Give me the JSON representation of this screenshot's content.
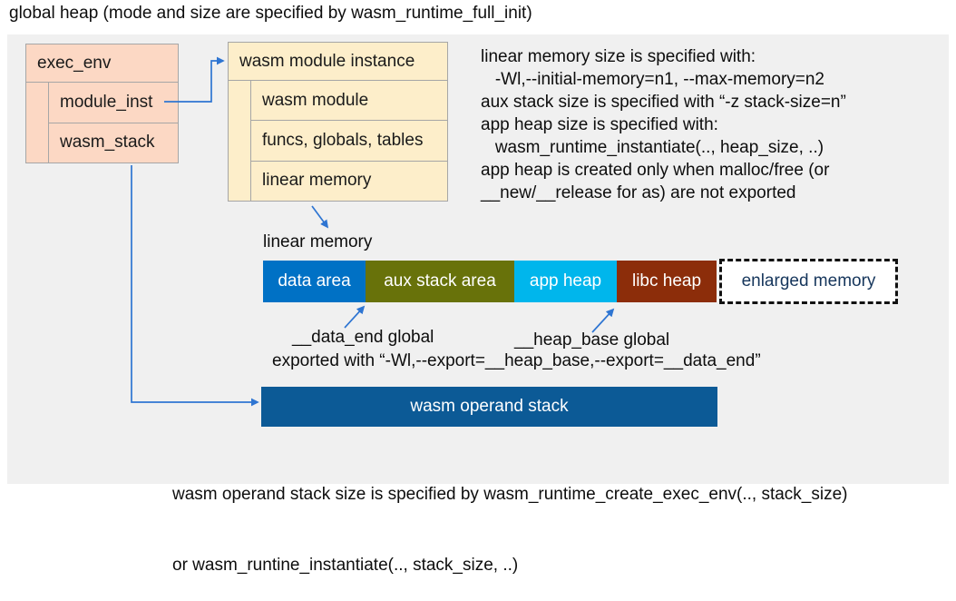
{
  "title": "global heap (mode and size are specified by wasm_runtime_full_init)",
  "exec_env": {
    "header": "exec_env",
    "rows": [
      "module_inst",
      "wasm_stack"
    ]
  },
  "module_instance": {
    "header": "wasm module instance",
    "rows": [
      "wasm module",
      "funcs, globals, tables",
      "linear memory"
    ]
  },
  "notes": {
    "lines": [
      "linear memory size is specified with:",
      "   -Wl,--initial-memory=n1, --max-memory=n2",
      "aux stack size is specified with “-z stack-size=n”",
      "app heap size is specified with:",
      "   wasm_runtime_instantiate(.., heap_size, ..)",
      "app heap is created only when malloc/free (or",
      "__new/__release for as) are not exported"
    ]
  },
  "linear_memory": {
    "label": "linear memory",
    "segments": [
      {
        "label": "data area",
        "color": "#0071c5"
      },
      {
        "label": "aux stack area",
        "color": "#68720a"
      },
      {
        "label": "app heap",
        "color": "#00b6ec"
      },
      {
        "label": "libc heap",
        "color": "#8c2d0a"
      }
    ],
    "enlarged_label": "enlarged memory"
  },
  "annotations": {
    "data_end": "__data_end global",
    "heap_base": "__heap_base global",
    "exported": "exported with “-Wl,--export=__heap_base,--export=__data_end”"
  },
  "operand_stack": {
    "label": "wasm operand stack"
  },
  "bottom_note": {
    "line1": "wasm operand stack size is specified by wasm_runtime_create_exec_env(.., stack_size)",
    "line2": "or wasm_runtine_instantiate(.., stack_size, ..)"
  },
  "colors": {
    "panel_bg": "#f0f0f0",
    "exec_env_fill": "#fcd8c4",
    "module_instance_fill": "#fdeeca",
    "box_border": "#a6a6a6",
    "data_area": "#0071c5",
    "aux_stack_area": "#68720a",
    "app_heap": "#00b6ec",
    "libc_heap": "#8c2d0a",
    "operand_stack": "#0c5a96",
    "enlarged_memory_text": "#16365c",
    "connector": "#2e75d2"
  }
}
